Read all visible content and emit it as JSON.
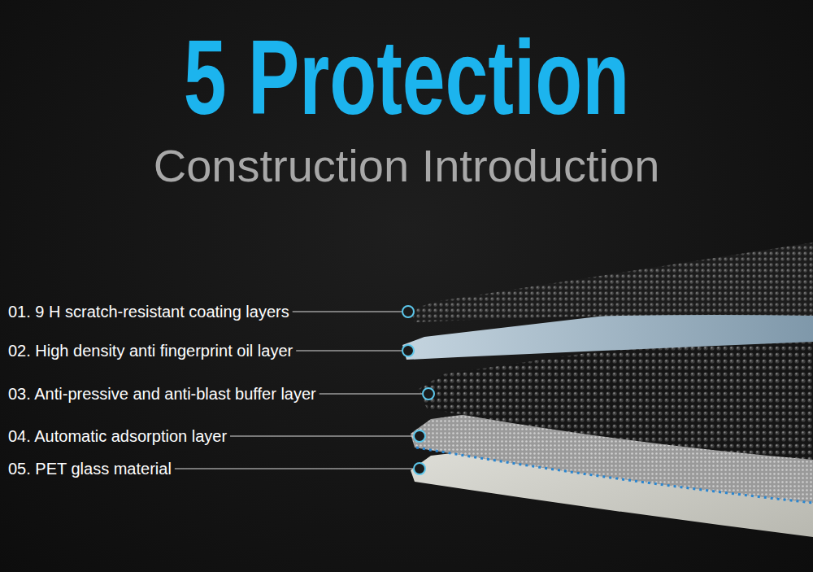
{
  "diagram": {
    "title": "5 Protection",
    "labels": [
      "Construction Introduction",
      "01. 9 H scratch-resistant coating layers",
      "02. High density anti fingerprint oil layer",
      "03. Anti-pressive and anti-blast buffer layer",
      "04. Automatic adsorption layer",
      "05. PET glass material"
    ]
  }
}
